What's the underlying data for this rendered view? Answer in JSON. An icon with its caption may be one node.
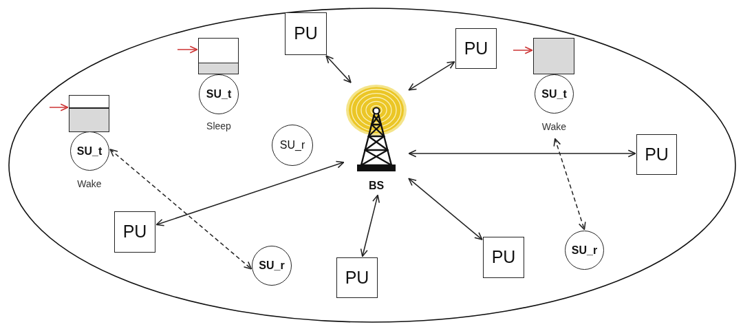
{
  "diagram": {
    "nodes": [
      {
        "text": [
          "PU"
        ]
      },
      {
        "text": [
          "PU"
        ]
      },
      {
        "text": [],
        "shape": "box"
      },
      {
        "text": [],
        "shape": "box"
      },
      {
        "text": [
          "SU_t"
        ],
        "beside": [
          "Sleep"
        ]
      },
      {
        "text": [
          "SU_t"
        ],
        "beside": [
          "Wake"
        ]
      },
      {
        "text": [],
        "shape": "picture",
        "beside": [
          "BS"
        ]
      },
      {
        "text": [],
        "shape": "box"
      },
      {
        "text": [
          "SU_r"
        ]
      },
      {
        "text": [
          "SU_t"
        ],
        "beside": [
          "Wake"
        ]
      },
      {
        "text": [
          "PU"
        ]
      },
      {
        "text": [
          "PU"
        ]
      },
      {
        "text": [
          "SU_r"
        ]
      },
      {
        "text": [
          "PU"
        ]
      },
      {
        "text": [
          "SU_r"
        ]
      },
      {
        "text": [
          "PU"
        ]
      }
    ],
    "edges": [
      {
        "from": 0,
        "to": 6,
        "arrow": "both"
      },
      {
        "from": 1,
        "to": 6,
        "arrow": "both"
      },
      {
        "from": 6,
        "to": 10,
        "arrow": "both"
      },
      {
        "from": 6,
        "to": 11,
        "arrow": "both"
      },
      {
        "from": 6,
        "to": 15,
        "arrow": "both"
      },
      {
        "from": 6,
        "to": 13,
        "arrow": "both"
      },
      {
        "from": 9,
        "to": 14,
        "arrow": "both",
        "style": "dashed"
      },
      {
        "from": 5,
        "to": 12,
        "arrow": "both",
        "style": "dashed"
      },
      {
        "from": null,
        "to": 2,
        "arrow": "to",
        "color": "#cc3333"
      },
      {
        "from": null,
        "to": 3,
        "arrow": "to",
        "color": "#cc3333"
      },
      {
        "from": null,
        "to": 7,
        "arrow": "to",
        "color": "#cc3333"
      }
    ]
  }
}
